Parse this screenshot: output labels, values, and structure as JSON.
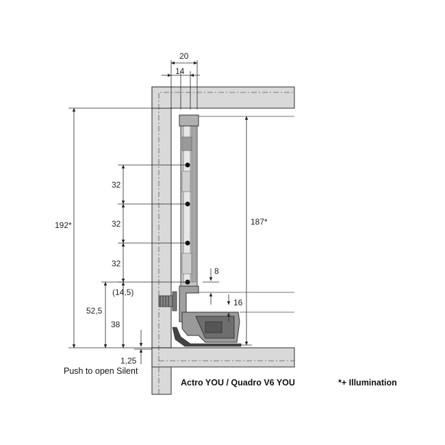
{
  "dimensions": {
    "top_width": "20",
    "top_inner": "14",
    "total_height": "192*",
    "pitch_1": "32",
    "pitch_2": "32",
    "pitch_3": "32",
    "inner_height": "187*",
    "gap_top": "8",
    "gap_side": "16",
    "screw_offset": "(14,5)",
    "height_52": "52,5",
    "height_38": "38",
    "bottom_offset": "1,25"
  },
  "labels": {
    "push_to_open": "Push to open Silent",
    "product": "Actro YOU / Quadro V6 YOU",
    "illumination": "*+ Illumination"
  },
  "colors": {
    "cabinet_fill": "#d9d9d9",
    "cabinet_stroke": "#4a4a4a",
    "runner_fill": "#bfbfbf",
    "dark_part": "#6e6e6e"
  }
}
